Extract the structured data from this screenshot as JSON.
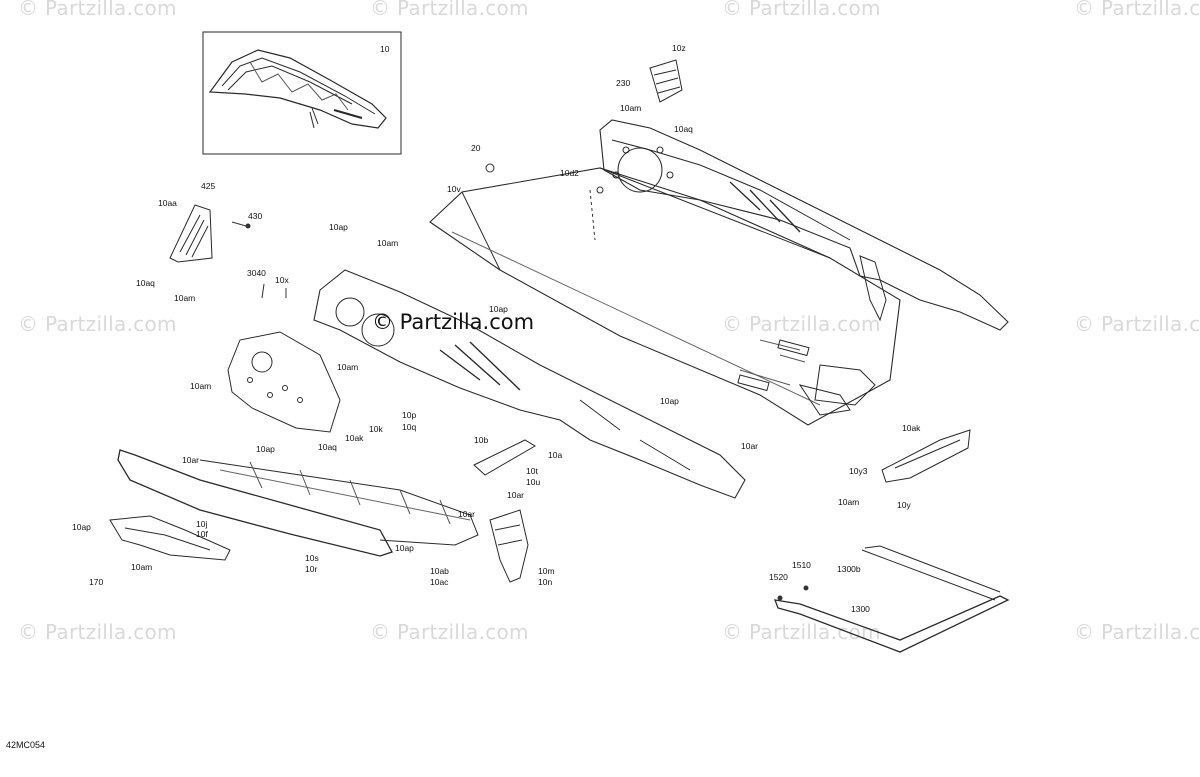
{
  "watermark": {
    "text": "© Partzilla.com",
    "center_text": "© Partzilla.com"
  },
  "diagram_code": "42MC054",
  "callouts": [
    "10",
    "10z",
    "230",
    "10am",
    "10aq",
    "20",
    "10d2",
    "10v",
    "425",
    "10aa",
    "430",
    "10aq",
    "10am",
    "10ap",
    "10am",
    "3040",
    "10x",
    "10ap",
    "10am",
    "10am",
    "10ak",
    "10k",
    "10p",
    "10q",
    "10ap",
    "10ak",
    "10y3",
    "10am",
    "10y",
    "10b",
    "10a",
    "10t",
    "10u",
    "10ar",
    "10ar",
    "10ar",
    "10ap",
    "10aq",
    "10ar",
    "10ap",
    "10j",
    "10f",
    "10am",
    "170",
    "10s",
    "10r",
    "10ap",
    "10ab",
    "10ac",
    "10m",
    "10n",
    "1300b",
    "1510",
    "1520",
    "1300"
  ],
  "colors": {
    "line": "#2a2a2a",
    "watermark": "#d9d9d9",
    "shade": "#9a9a9a"
  }
}
